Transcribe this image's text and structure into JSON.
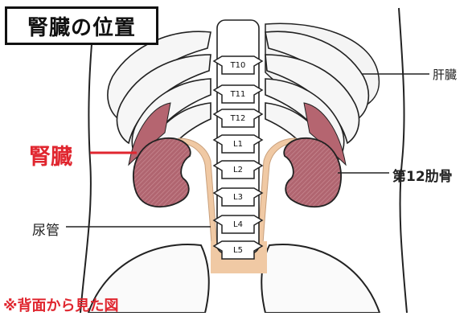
{
  "title": "腎臓の位置",
  "labels": {
    "kidney": "腎臓",
    "liver": "肝臓",
    "rib12": "第12肋骨",
    "ureter": "尿管",
    "note": "※背面から見た図"
  },
  "vertebrae": [
    "T10",
    "T11",
    "T12",
    "L1",
    "L2",
    "L3",
    "L4",
    "L5"
  ],
  "colors": {
    "accent_red": "#e0262f",
    "kidney_fill": "#a85a63",
    "kidney_inner": "#c77c84",
    "ureter_beige": "#f0c9a4",
    "line": "#222222"
  }
}
